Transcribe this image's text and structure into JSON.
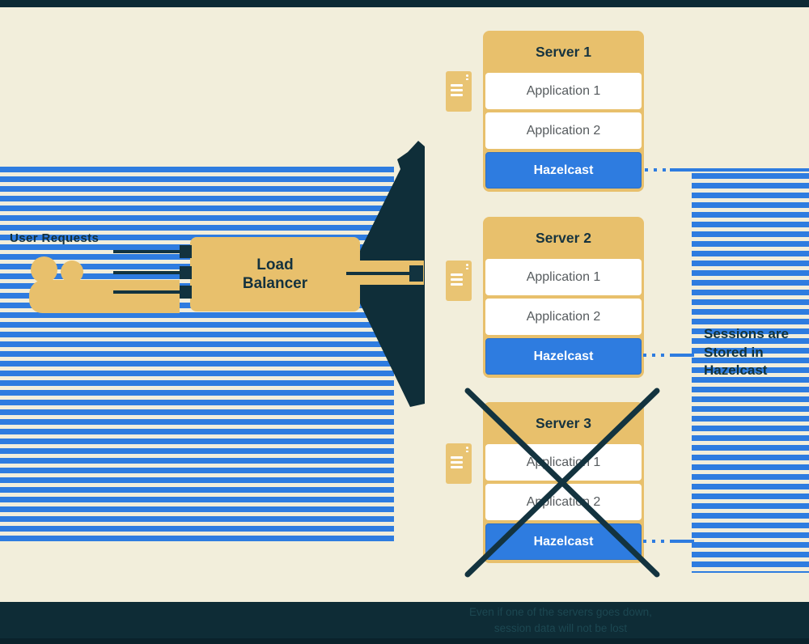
{
  "diagram": {
    "user_requests_label": "User Requests",
    "load_balancer_label": "Load Balancer",
    "servers": [
      {
        "name": "Server 1",
        "apps": [
          "Application 1",
          "Application 2"
        ],
        "cache": "Hazelcast",
        "failed": false
      },
      {
        "name": "Server 2",
        "apps": [
          "Application 1",
          "Application 2"
        ],
        "cache": "Hazelcast",
        "failed": false
      },
      {
        "name": "Server 3",
        "apps": [
          "Application 1",
          "Application 2"
        ],
        "cache": "Hazelcast",
        "failed": true
      }
    ],
    "side_note": [
      "Sessions are",
      "Stored in",
      "Hazelcast"
    ],
    "caption": [
      "Even if one of the servers goes down,",
      "session data will not be lost"
    ],
    "colors": {
      "stripe_blue": "#2e7ce0",
      "hazelcast_blue": "#2e7ce0",
      "gold": "#e8c06c",
      "cream": "#f2eedb",
      "navy": "#0e2c36",
      "app_text": "#565b5e",
      "cache_text": "#ffffff"
    }
  }
}
